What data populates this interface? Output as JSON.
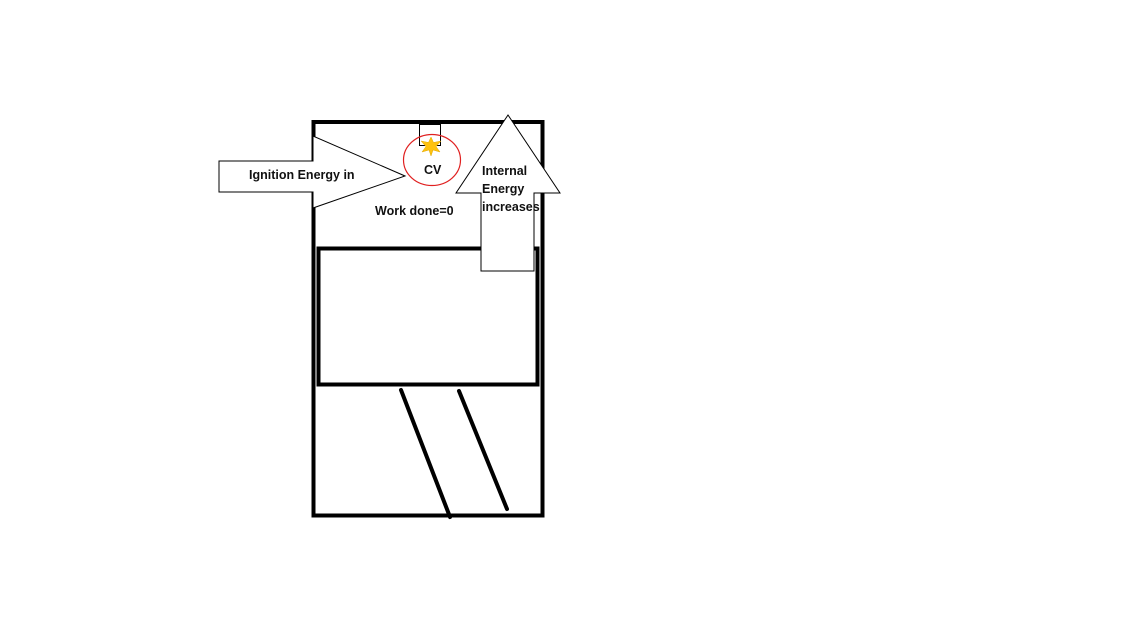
{
  "labels": {
    "ignition_energy": "Ignition Energy in",
    "control_volume": "CV",
    "work_done": "Work done=0",
    "internal_energy_line1": "Internal",
    "internal_energy_line2": "Energy",
    "internal_energy_line3": "increases"
  },
  "icons": {
    "spark": "spark-icon"
  },
  "colors": {
    "outline": "#000000",
    "cv_circle": "#e02020",
    "spark": "#ffc20e",
    "background": "#ffffff"
  }
}
